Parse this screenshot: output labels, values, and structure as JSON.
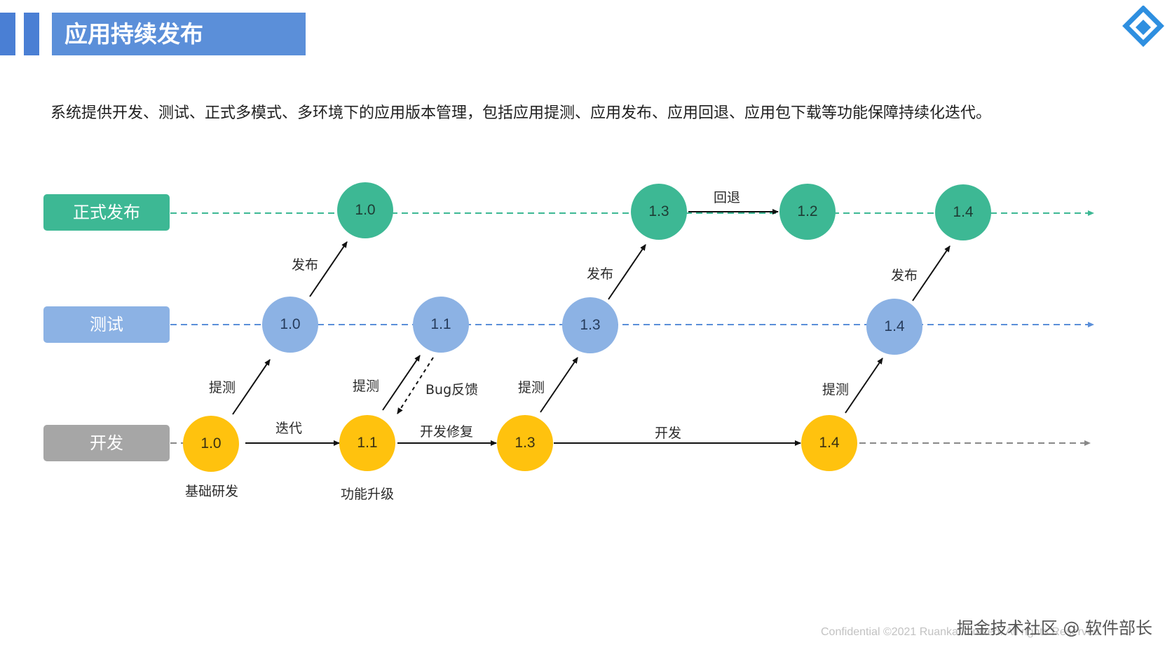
{
  "header": {
    "title": "应用持续发布"
  },
  "description": "系统提供开发、测试、正式多模式、多环境下的应用版本管理，包括应用提测、应用发布、应用回退、应用包下载等功能保障持续化迭代。",
  "lanes": {
    "release": "正式发布",
    "test": "测试",
    "dev": "开发"
  },
  "colors": {
    "release": "#3db894",
    "test": "#8cb2e4",
    "dev": "#ffc20e",
    "dev_label": "#a6a6a6",
    "title_bg": "#5b8fd9"
  },
  "release_nodes": [
    "1.0",
    "1.3",
    "1.2",
    "1.4"
  ],
  "test_nodes": [
    "1.0",
    "1.1",
    "1.3",
    "1.4"
  ],
  "dev_nodes": [
    "1.0",
    "1.1",
    "1.3",
    "1.4"
  ],
  "labels": {
    "release1": "发布",
    "release2": "发布",
    "release3": "发布",
    "rollback": "回退",
    "submit1": "提测",
    "submit2": "提测",
    "submit3": "提测",
    "submit4": "提测",
    "bug_feedback": "Bug反馈",
    "iterate": "迭代",
    "dev_fix": "开发修复",
    "develop": "开发",
    "basic_dev": "基础研发",
    "feature_upgrade": "功能升级"
  },
  "footer": {
    "confidential": "Confidential ©2021 Ruankai Limited. All rights Reserved.",
    "watermark": "掘金技术社区 @ 软件部长"
  },
  "logo_icon": "diamond-layers-icon"
}
